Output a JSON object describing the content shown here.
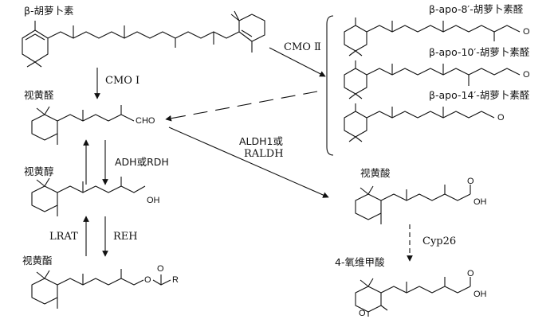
{
  "compounds": {
    "beta_carotene": "β-胡萝卜素",
    "apo8": "β-apo-8′-胡萝卜素醛",
    "apo10": "β-apo-10′-胡萝卜素醛",
    "apo14": "β-apo-14′-胡萝卜素醛",
    "retinal": "视黄醛",
    "retinol": "视黄醇",
    "retinyl_ester": "视黄酯",
    "retinoic_acid": "视黄酸",
    "oxo_retinoic_acid": "4-氧维甲酸"
  },
  "enzymes": {
    "cmo1": "CMO Ⅰ",
    "cmo2": "CMO Ⅱ",
    "adh_rdh": "ADH或RDH",
    "aldh_line1": "ALDH1或",
    "aldh_line2": "RALDH",
    "lrat": "LRAT",
    "reh": "REH",
    "cyp26": "Cyp26"
  },
  "atoms": {
    "cho": "CHO",
    "oh": "OH",
    "o": "O",
    "r": "R"
  }
}
